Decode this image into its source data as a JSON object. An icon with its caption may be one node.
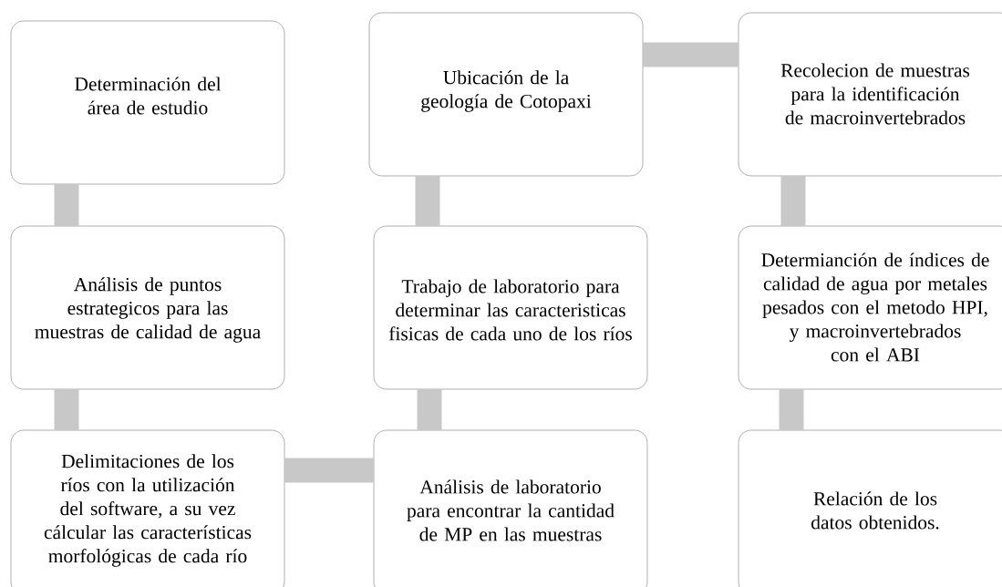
{
  "diagram": {
    "nodes": [
      {
        "text": [
          "Determinación del área de estudio"
        ]
      },
      {
        "text": [
          "Análisis de puntos estrategicos para las muestras de calidad de agua"
        ]
      },
      {
        "text": [
          "Delimitaciones de los ríos con la utilización del software, a su vez cálcular las características morfológicas de cada río"
        ]
      },
      {
        "text": [
          "Análisis de laboratorio para encontrar la cantidad de MP en las muestras"
        ]
      },
      {
        "text": [
          "Trabajo de laboratorio para determinar las caracteristicas fisicas de cada uno de los ríos"
        ]
      },
      {
        "text": [
          "Ubicación de la geología de Cotopaxi"
        ]
      },
      {
        "text": [
          "Recolecion de muestras para la identificación de macroinvertebrados"
        ]
      },
      {
        "text": [
          "Determianción  de índices de calidad de agua por metales pesados con el metodo HPI, y macroinvertebrados con el ABI"
        ]
      },
      {
        "text": [
          "Relación de los datos obtenidos."
        ]
      }
    ],
    "edges": [
      {
        "from": 0,
        "to": 1,
        "arrow": "none"
      },
      {
        "from": 1,
        "to": 2,
        "arrow": "none"
      },
      {
        "from": 2,
        "to": 3,
        "arrow": "none"
      },
      {
        "from": 3,
        "to": 4,
        "arrow": "none"
      },
      {
        "from": 4,
        "to": 5,
        "arrow": "none"
      },
      {
        "from": 5,
        "to": 6,
        "arrow": "none"
      },
      {
        "from": 6,
        "to": 7,
        "arrow": "none"
      },
      {
        "from": 7,
        "to": 8,
        "arrow": "none"
      }
    ]
  }
}
